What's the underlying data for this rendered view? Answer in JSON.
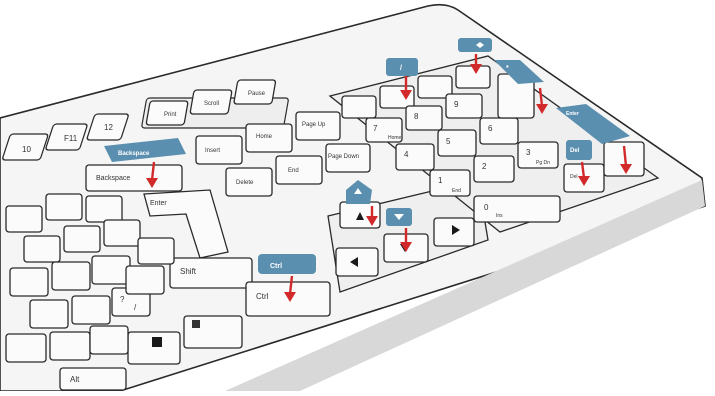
{
  "colors": {
    "callout": "#5b8fb0",
    "arrow": "#d22a2a",
    "keyboard_body": "#f4f4f4",
    "keyboard_edge": "#cfcfcf"
  },
  "callouts": {
    "backspace": "Backspace",
    "ctrl": "Ctrl",
    "slash": "/",
    "star": "*",
    "enter": "Enter",
    "del": "Del"
  },
  "keys": {
    "f10": "10",
    "f11": "F11",
    "f12": "12",
    "backspace": "Backspace",
    "enter": "Enter",
    "shift": "Shift",
    "ctrl": "Ctrl",
    "alt": "Alt",
    "question": "?",
    "slash": "/",
    "print": "Print",
    "scroll": "Scroll",
    "pause": "Pause",
    "insert": "Insert",
    "home": "Home",
    "page_up": "Page Up",
    "delete": "Delete",
    "end": "End",
    "page_down": "Page Down",
    "num_7": "7",
    "num_8": "8",
    "num_9": "9",
    "num_4": "4",
    "num_5": "5",
    "num_6": "6",
    "num_1": "1",
    "num_2": "2",
    "num_3": "3",
    "num_0": "0",
    "home_sub": "Home",
    "end_sub": "End",
    "ins_sub": "Ins",
    "del_sub": "Del",
    "pgdn_sub": "Pg Dn"
  }
}
